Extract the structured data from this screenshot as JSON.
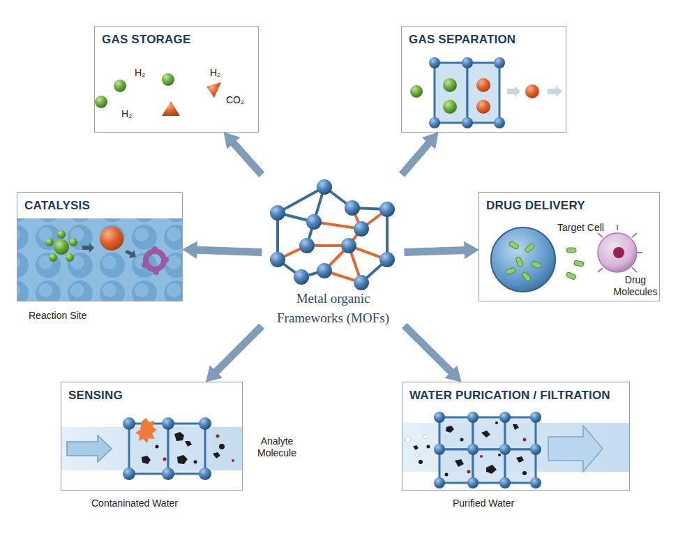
{
  "diagram": {
    "nodes": [
      {
        "text": [
          "GAS STORAGE",
          "H₂",
          "H₂",
          "CO₂",
          "H₂"
        ]
      },
      {
        "text": [
          "GAS SEPARATION"
        ]
      },
      {
        "text": [
          "CATALYSIS",
          "Reaction Site"
        ]
      },
      {
        "text": [
          "Metal organic Frameworks (MOFs)"
        ]
      },
      {
        "text": [
          "DRUG DELIVERY",
          "Target Cell",
          "Drug Molecules"
        ]
      },
      {
        "text": [
          "SENSING",
          "Analyte Molecule",
          "Contaninated Water"
        ]
      },
      {
        "text": [
          "WATER PURICATION / FILTRATION",
          "Purified Water"
        ]
      }
    ],
    "edges": [
      {
        "from": 3,
        "to": 0,
        "arrow": "to"
      },
      {
        "from": 3,
        "to": 1,
        "arrow": "to"
      },
      {
        "from": 3,
        "to": 2,
        "arrow": "to"
      },
      {
        "from": 3,
        "to": 4,
        "arrow": "to"
      },
      {
        "from": 3,
        "to": 5,
        "arrow": "to"
      },
      {
        "from": 3,
        "to": 6,
        "arrow": "to"
      }
    ]
  }
}
